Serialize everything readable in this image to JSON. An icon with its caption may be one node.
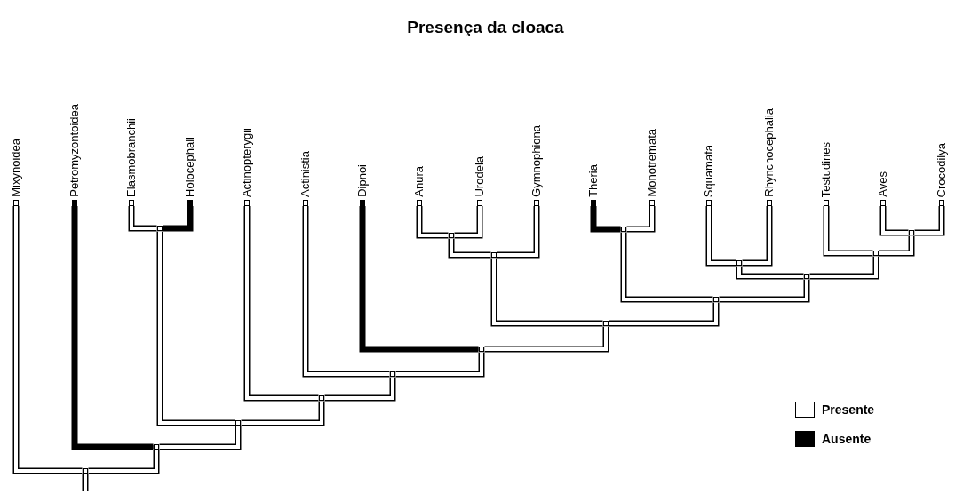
{
  "diagram": {
    "title": "Presença da cloaca",
    "nodes": [
      {
        "text": [
          "Mixynoidea"
        ]
      },
      {
        "text": [
          "Petromyzontoidea"
        ]
      },
      {
        "text": [
          "Elasmobranchii"
        ]
      },
      {
        "text": [
          "Holocephali"
        ]
      },
      {
        "text": [
          "Actinopterygii"
        ]
      },
      {
        "text": [
          "Actinistia"
        ]
      },
      {
        "text": [
          "Dipnoi"
        ]
      },
      {
        "text": [
          "Anura"
        ]
      },
      {
        "text": [
          "Urodela"
        ]
      },
      {
        "text": [
          "Gymnophiona"
        ]
      },
      {
        "text": [
          "Theria"
        ]
      },
      {
        "text": [
          "Monotremata"
        ]
      },
      {
        "text": [
          "Squamata"
        ]
      },
      {
        "text": [
          "Rhynchocephalia"
        ]
      },
      {
        "text": [
          "Testudines"
        ]
      },
      {
        "text": [
          "Aves"
        ]
      },
      {
        "text": [
          "Crocodilya"
        ]
      },
      {
        "text": [],
        "shape": "box"
      },
      {
        "text": [],
        "shape": "box"
      },
      {
        "text": [],
        "shape": "box"
      },
      {
        "text": [],
        "shape": "box"
      },
      {
        "text": [],
        "shape": "box"
      },
      {
        "text": [],
        "shape": "box"
      },
      {
        "text": [],
        "shape": "box"
      },
      {
        "text": [],
        "shape": "box"
      },
      {
        "text": [],
        "shape": "box"
      },
      {
        "text": [],
        "shape": "box"
      },
      {
        "text": [],
        "shape": "box"
      },
      {
        "text": [],
        "shape": "box"
      },
      {
        "text": [],
        "shape": "box"
      },
      {
        "text": [],
        "shape": "box"
      },
      {
        "text": [],
        "shape": "box"
      },
      {
        "text": [],
        "shape": "box"
      }
    ],
    "edges": [
      {
        "from": 17,
        "to": 7,
        "arrow": "none"
      },
      {
        "from": 17,
        "to": 8,
        "arrow": "none"
      },
      {
        "from": 18,
        "to": 15,
        "arrow": "none"
      },
      {
        "from": 18,
        "to": 16,
        "arrow": "none"
      },
      {
        "from": 19,
        "to": 2,
        "arrow": "none"
      },
      {
        "from": 19,
        "to": 3,
        "arrow": "none",
        "color": "#000000"
      },
      {
        "from": 20,
        "to": 10,
        "arrow": "none",
        "color": "#000000"
      },
      {
        "from": 20,
        "to": 11,
        "arrow": "none"
      },
      {
        "from": 21,
        "to": 17,
        "arrow": "none"
      },
      {
        "from": 21,
        "to": 9,
        "arrow": "none"
      },
      {
        "from": 22,
        "to": 12,
        "arrow": "none"
      },
      {
        "from": 22,
        "to": 13,
        "arrow": "none"
      },
      {
        "from": 23,
        "to": 14,
        "arrow": "none"
      },
      {
        "from": 23,
        "to": 18,
        "arrow": "none"
      },
      {
        "from": 24,
        "to": 22,
        "arrow": "none"
      },
      {
        "from": 24,
        "to": 23,
        "arrow": "none"
      },
      {
        "from": 25,
        "to": 20,
        "arrow": "none"
      },
      {
        "from": 25,
        "to": 24,
        "arrow": "none"
      },
      {
        "from": 26,
        "to": 21,
        "arrow": "none"
      },
      {
        "from": 26,
        "to": 25,
        "arrow": "none"
      },
      {
        "from": 27,
        "to": 6,
        "arrow": "none",
        "color": "#000000"
      },
      {
        "from": 27,
        "to": 26,
        "arrow": "none"
      },
      {
        "from": 28,
        "to": 5,
        "arrow": "none"
      },
      {
        "from": 28,
        "to": 27,
        "arrow": "none"
      },
      {
        "from": 29,
        "to": 4,
        "arrow": "none"
      },
      {
        "from": 29,
        "to": 28,
        "arrow": "none"
      },
      {
        "from": 30,
        "to": 19,
        "arrow": "none"
      },
      {
        "from": 30,
        "to": 29,
        "arrow": "none"
      },
      {
        "from": 31,
        "to": 1,
        "arrow": "none",
        "color": "#000000"
      },
      {
        "from": 31,
        "to": 30,
        "arrow": "none"
      },
      {
        "from": 32,
        "to": 0,
        "arrow": "none"
      },
      {
        "from": 32,
        "to": 31,
        "arrow": "none"
      },
      {
        "from": 32,
        "to": null,
        "arrow": "none"
      }
    ],
    "legend": [
      {
        "text": "Presente",
        "color": "#ffffff"
      },
      {
        "text": "Ausente",
        "color": "#000000"
      }
    ]
  }
}
